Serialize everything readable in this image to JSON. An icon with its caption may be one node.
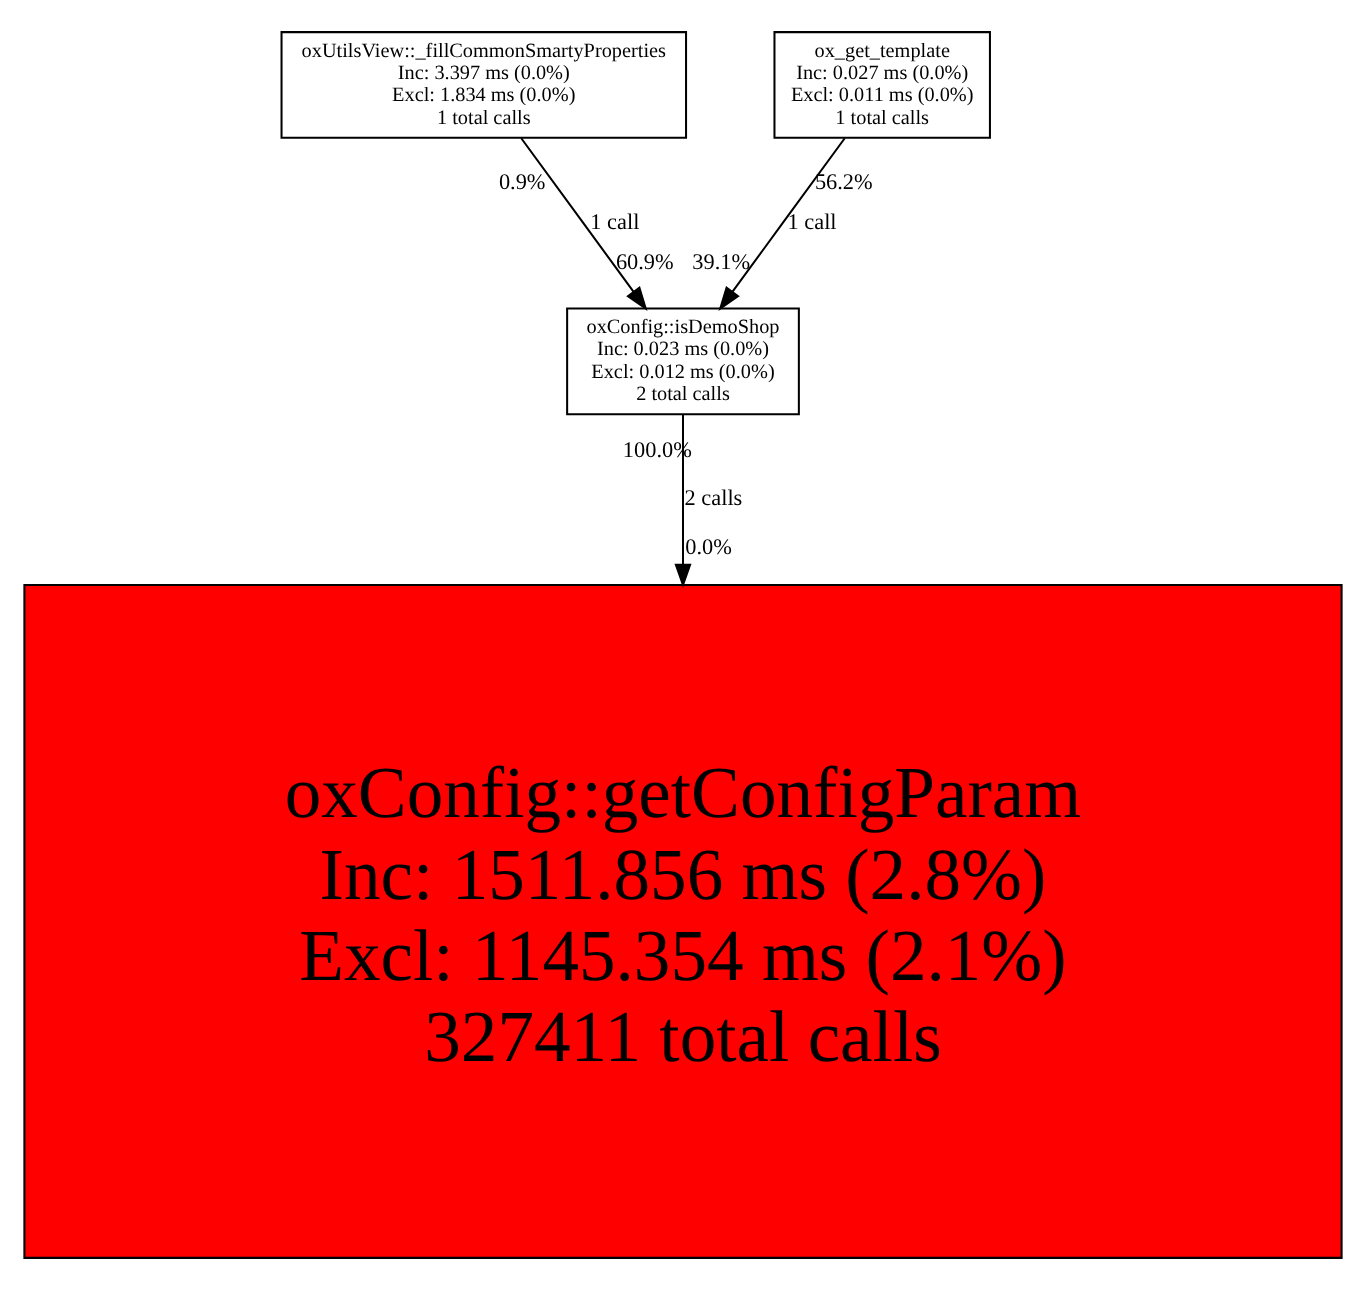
{
  "diagram": {
    "nodes": [
      {
        "text": [
          "oxUtilsView::_fillCommonSmartyProperties Inc: 3.397 ms (0.0%) Excl: 1.834 ms (0.0%) 1 total calls"
        ]
      },
      {
        "text": [
          "ox_get_template Inc: 0.027 ms (0.0%) Excl: 0.011 ms (0.0%) 1 total calls"
        ]
      },
      {
        "text": [
          "oxConfig::isDemoShop Inc: 0.023 ms (0.0%) Excl: 0.012 ms (0.0%) 2 total calls"
        ]
      },
      {
        "text": [
          "oxConfig::getConfigParam Inc: 1511.856 ms (2.8%) Excl: 1145.354 ms (2.1%) 327411 total calls"
        ]
      }
    ],
    "edges": [
      {
        "from": 0,
        "to": 2,
        "arrow": "to",
        "label": "1 call"
      },
      {
        "from": 1,
        "to": 2,
        "arrow": "to",
        "label": "1 call"
      },
      {
        "from": 2,
        "to": 3,
        "arrow": "to",
        "label": "2 calls"
      }
    ],
    "labels": [
      "0.9%",
      "56.2%",
      "60.9%",
      "39.1%",
      "100.0%",
      "0.0%"
    ]
  }
}
